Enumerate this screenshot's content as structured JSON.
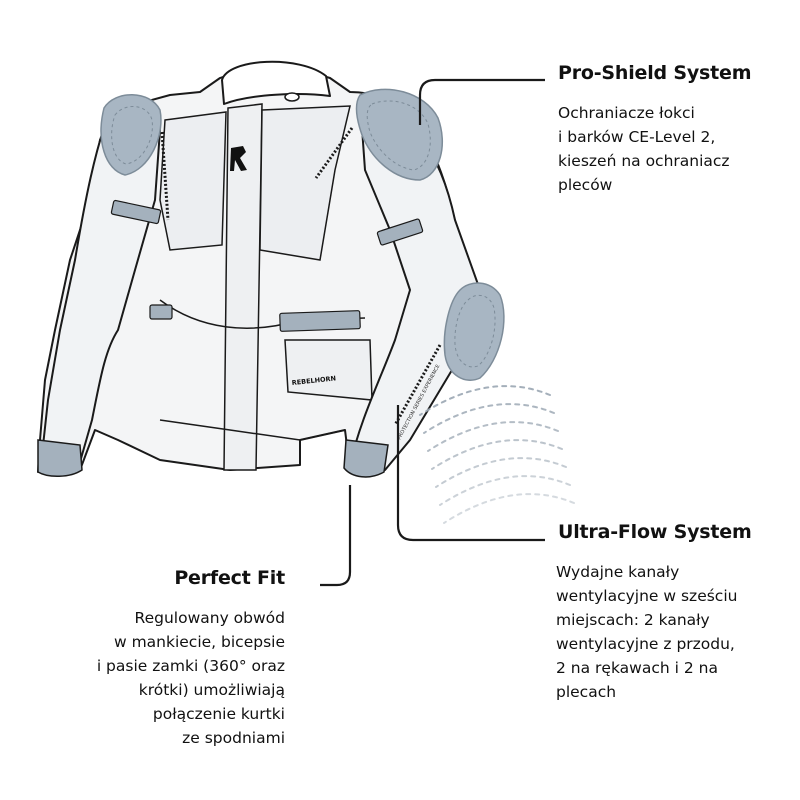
{
  "colors": {
    "line": "#1a1a1a",
    "jacket_fill": "#f4f5f6",
    "panel_fill": "#e8eaed",
    "protector_fill": "#a8b6c3",
    "protector_stroke": "#7d8c99",
    "strap_fill": "#a4b1bd",
    "airflow": "#9aa6b2"
  },
  "icons": {
    "jacket": "motorcycle-jacket-illustration",
    "brand": "rebelhorn-logo",
    "airflow": "airflow-lines"
  },
  "jacket": {
    "pocket_brand": "REBELHORN",
    "sleeve_print": "PROTECTION SERIES EXPERIENCE"
  },
  "features": {
    "pro_shield": {
      "title": "Pro-Shield System",
      "lines": [
        "Ochraniacze łokci",
        "i barków CE-Level 2,",
        "kieszeń na ochraniacz",
        "pleców"
      ]
    },
    "ultra_flow": {
      "title": "Ultra-Flow System",
      "lines": [
        "Wydajne kanały",
        "wentylacyjne w sześciu",
        "miejscach: 2 kanały",
        "wentylacyjne z przodu,",
        "2 na rękawach i 2 na",
        "plecach"
      ]
    },
    "perfect_fit": {
      "title": "Perfect Fit",
      "lines": [
        "Regulowany obwód",
        "w mankiecie, bicepsie",
        "i pasie zamki (360° oraz",
        "krótki) umożliwiają",
        "połączenie kurtki",
        "ze spodniami"
      ]
    }
  }
}
